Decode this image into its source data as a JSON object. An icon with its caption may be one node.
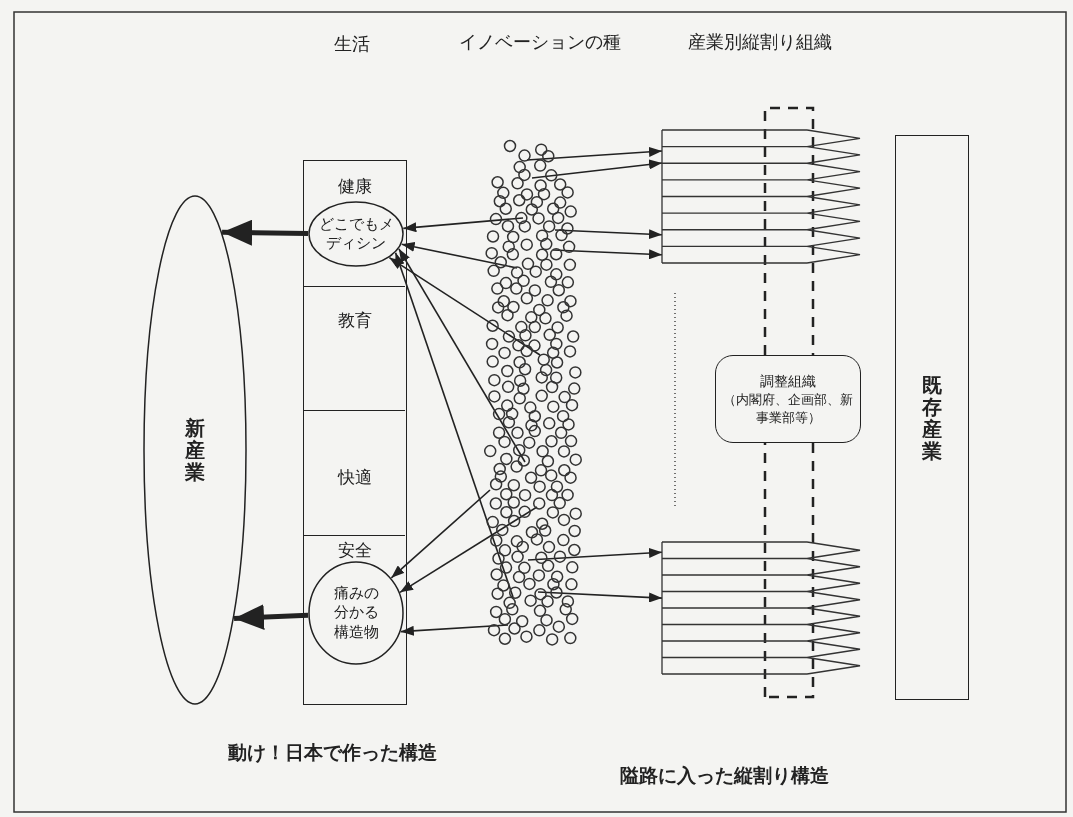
{
  "diagram": {
    "nodes": [
      {
        "text": [
          "新産業"
        ]
      },
      {
        "text": [],
        "shape": "box"
      },
      {
        "text": [
          "健康"
        ],
        "in": 1
      },
      {
        "text": [
          "教育"
        ],
        "in": 1
      },
      {
        "text": [
          "快適"
        ],
        "in": 1
      },
      {
        "text": [
          "安全"
        ],
        "in": 1
      },
      {
        "text": [
          "どこでもメディシン"
        ],
        "in": 2
      },
      {
        "text": [
          "痛みの分かる構造物"
        ],
        "in": 5
      },
      {
        "text": [
          "イノベーションの種"
        ]
      },
      {
        "text": [
          "産業別縦割り組織"
        ]
      },
      {
        "text": [],
        "shape": "bar"
      },
      {
        "text": [
          "調整組織",
          "（内閣府、企画部、新事業部等）"
        ]
      },
      {
        "text": [
          "既存産業"
        ]
      }
    ],
    "edges": [
      {
        "from": 6,
        "to": 0,
        "arrow": "to",
        "style": "thick"
      },
      {
        "from": 7,
        "to": 0,
        "arrow": "to",
        "style": "thick"
      },
      {
        "from": 8,
        "to": 6,
        "arrow": "to"
      },
      {
        "from": 8,
        "to": 6,
        "arrow": "to"
      },
      {
        "from": 8,
        "to": 6,
        "arrow": "to"
      },
      {
        "from": 8,
        "to": 6,
        "arrow": "to"
      },
      {
        "from": 8,
        "to": 6,
        "arrow": "to"
      },
      {
        "from": 8,
        "to": 7,
        "arrow": "to"
      },
      {
        "from": 8,
        "to": 7,
        "arrow": "to"
      },
      {
        "from": 8,
        "to": 7,
        "arrow": "to"
      },
      {
        "from": 8,
        "to": 9,
        "arrow": "to"
      },
      {
        "from": 8,
        "to": 9,
        "arrow": "to"
      },
      {
        "from": 8,
        "to": 9,
        "arrow": "to"
      },
      {
        "from": 8,
        "to": 9,
        "arrow": "to"
      },
      {
        "from": 8,
        "to": 10,
        "arrow": "to"
      },
      {
        "from": 8,
        "to": 10,
        "arrow": "to"
      }
    ],
    "labels": [
      "生活",
      "動け！日本で作った構造",
      "隘路に入った縦割り構造"
    ]
  }
}
